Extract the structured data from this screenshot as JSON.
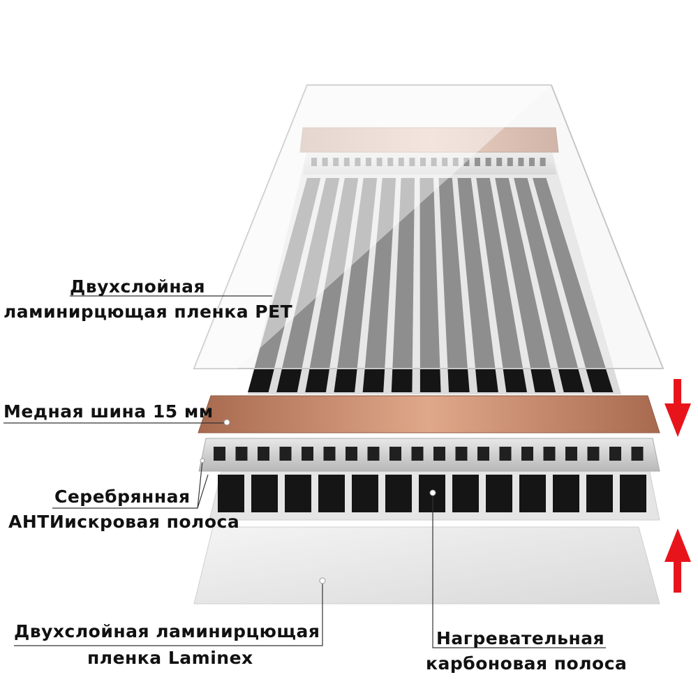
{
  "labels": {
    "pet_film": {
      "line1": "Двухслойная",
      "line2": "ламинирцющая пленка PET"
    },
    "copper_bus": {
      "line1": "Медная шина 15 мм"
    },
    "silver_strip": {
      "line1": "Серебрянная",
      "line2": "АНТИискровая полоса"
    },
    "laminex_film": {
      "line1": "Двухслойная ламинирцющая",
      "line2": "пленка Laminex"
    },
    "carbon_strip": {
      "line1": "Нагревательная",
      "line2": "карбоновая полоса"
    }
  },
  "colors": {
    "copper": "#c98a6a",
    "carbon": "#151515",
    "arrow": "#e8141c",
    "film": "#eeeeee"
  }
}
